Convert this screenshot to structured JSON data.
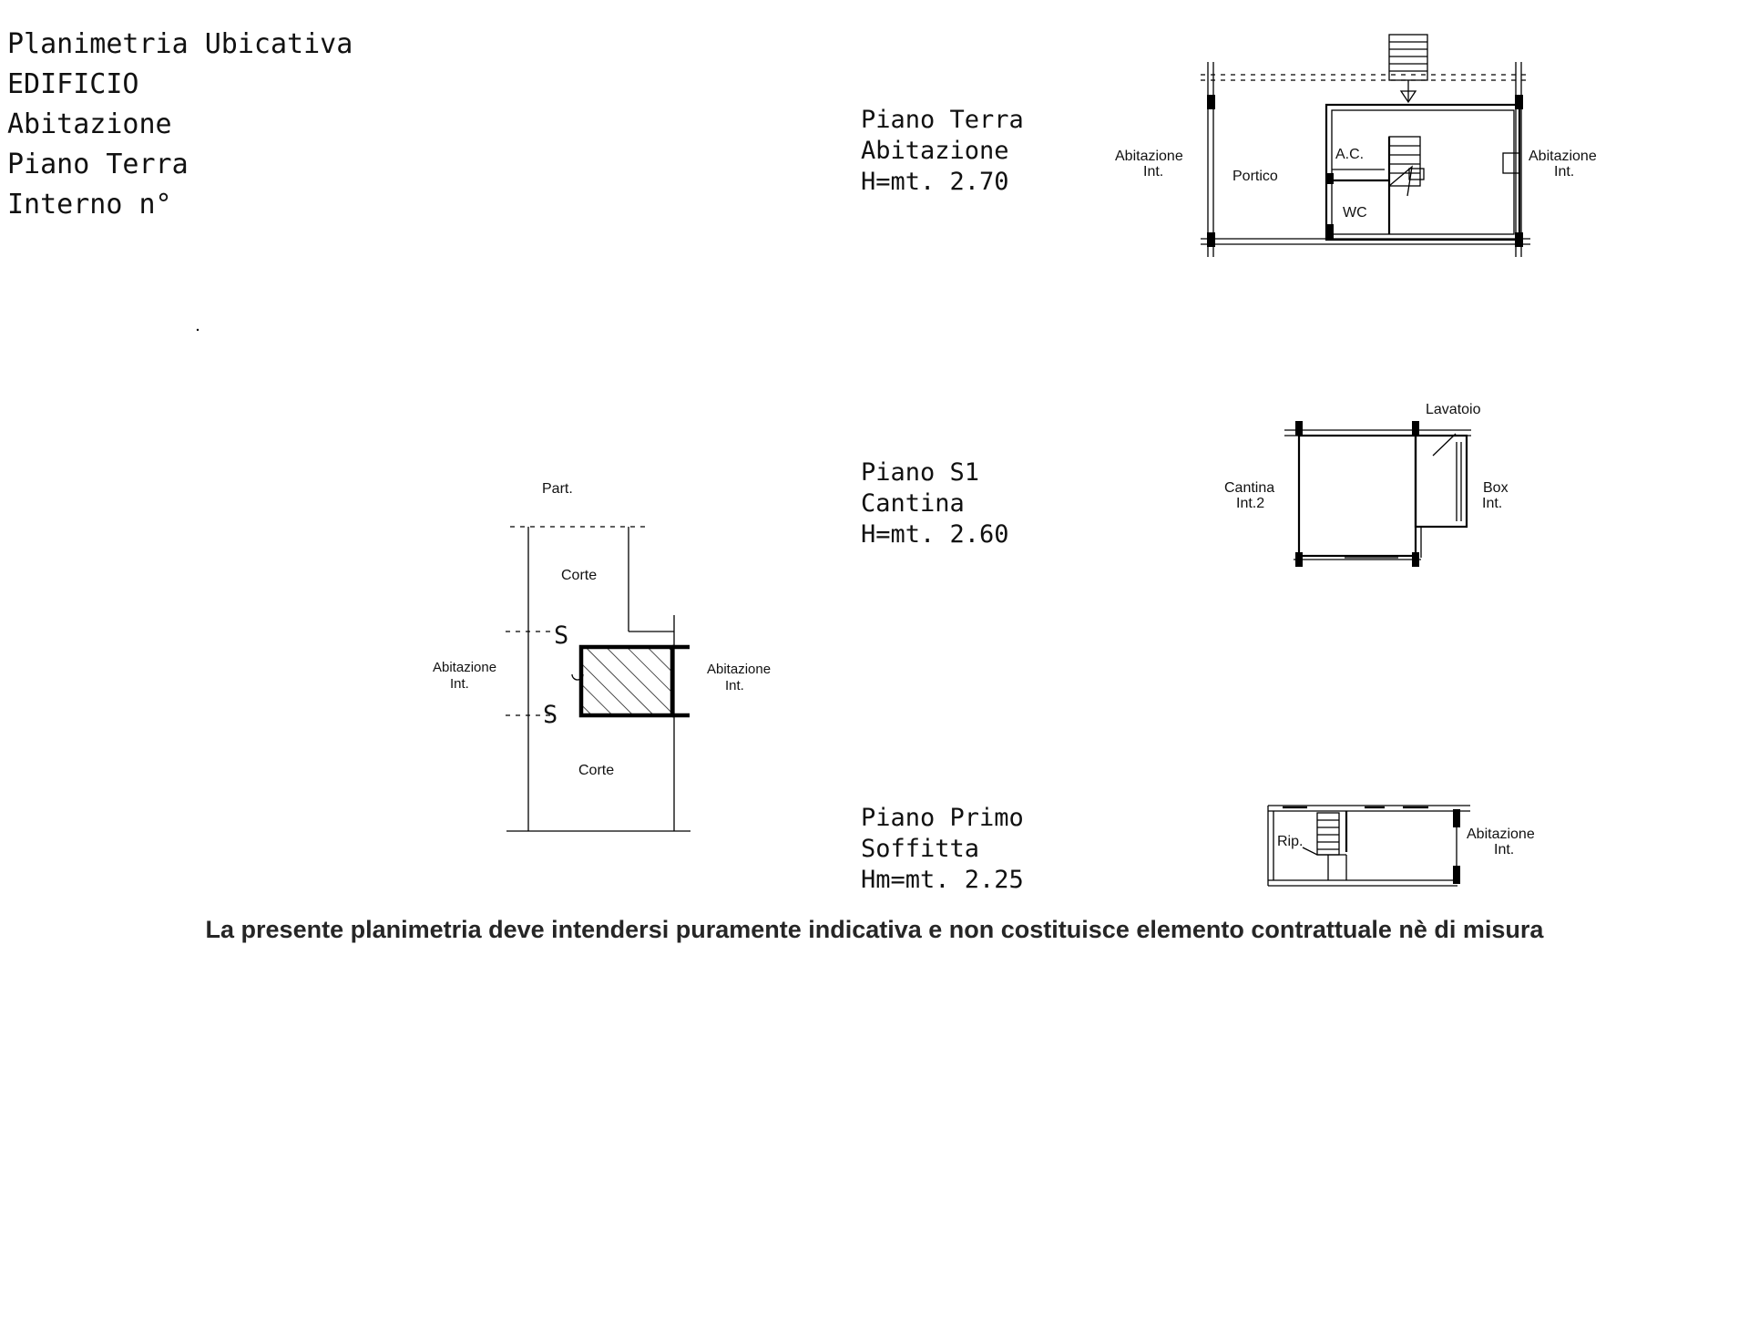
{
  "title_block": {
    "line1": "Planimetria  Ubicativa",
    "line2": "EDIFICIO",
    "line3": "Abitazione",
    "line4": "Piano  Terra",
    "line5": "Interno  n°"
  },
  "floors": {
    "ground": {
      "name": "Piano  Terra",
      "use": "Abitazione",
      "height": "H=mt.  2.70",
      "labels": {
        "left_neighbor_1": "Abitazione",
        "left_neighbor_2": "Int.",
        "portico": "Portico",
        "ac": "A.C.",
        "wc": "WC",
        "right_neighbor_1": "Abitazione",
        "right_neighbor_2": "Int."
      }
    },
    "basement": {
      "name": "Piano  S1",
      "use": "Cantina",
      "height": "H=mt.  2.60",
      "labels": {
        "lavatoio": "Lavatoio",
        "cantina_1": "Cantina",
        "cantina_2": "Int.2",
        "box_1": "Box",
        "box_2": "Int."
      }
    },
    "first": {
      "name": "Piano  Primo",
      "use": "Soffitta",
      "height": "Hm=mt.  2.25",
      "labels": {
        "rip": "Rip.",
        "neighbor_1": "Abitazione",
        "neighbor_2": "Int."
      }
    }
  },
  "site_plan": {
    "part": "Part.",
    "corte_top": "Corte",
    "corte_bottom": "Corte",
    "section_top": "S",
    "section_bottom": "S",
    "left_neighbor_1": "Abitazione",
    "left_neighbor_2": "Int.",
    "right_neighbor_1": "Abitazione",
    "right_neighbor_2": "Int."
  },
  "disclaimer": "La presente planimetria deve intendersi puramente indicativa e non costituisce elemento contrattuale nè di misura"
}
